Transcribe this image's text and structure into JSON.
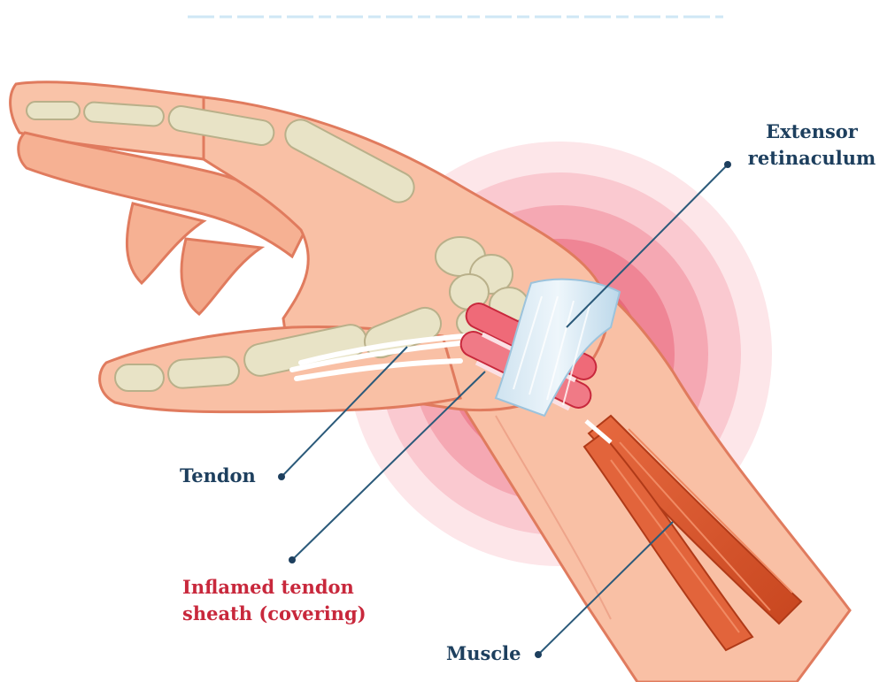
{
  "labels": {
    "extensor_line1": "Extensor",
    "extensor_line2": "retinaculum",
    "tendon": "Tendon",
    "sheath_line1": "Inflamed tendon",
    "sheath_line2": "sheath (covering)",
    "muscle": "Muscle"
  },
  "colors": {
    "label_blue": "#1d3f5e",
    "label_red": "#c8283c",
    "skin": "#f6b49a",
    "skin_outline": "#e07b5e",
    "bone": "#e6e1c2",
    "inflammation": "#e8566a",
    "muscle": "#d9542e",
    "leader_line": "#2b5a7a"
  }
}
